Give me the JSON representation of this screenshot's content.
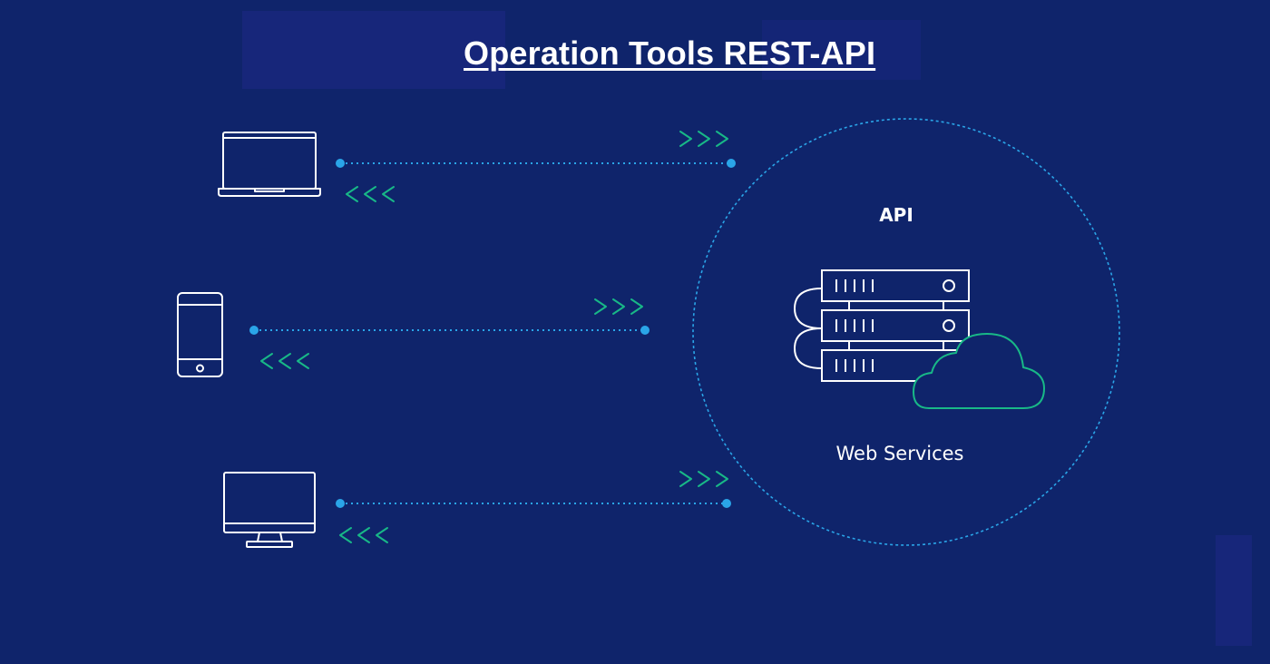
{
  "title": "Operation Tools REST-API",
  "api_label": "API",
  "service_label": "Web Services",
  "devices": [
    {
      "name": "laptop",
      "icon": "laptop-icon"
    },
    {
      "name": "phone",
      "icon": "smartphone-icon"
    },
    {
      "name": "desktop",
      "icon": "desktop-monitor-icon"
    }
  ],
  "request_glyph": ">>>",
  "response_glyph": "<<<",
  "colors": {
    "background": "#0f246b",
    "connector": "#2aa5e8",
    "arrows": "#18b887",
    "cloud": "#18b887",
    "icons": "#ffffff"
  }
}
